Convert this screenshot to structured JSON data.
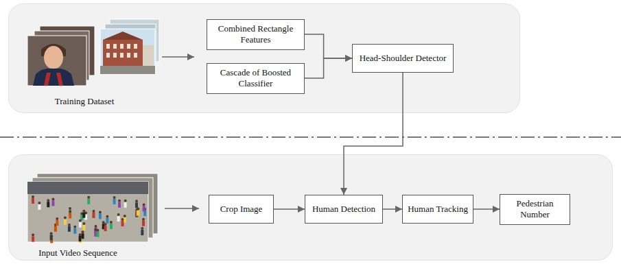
{
  "diagram": {
    "nodes": [
      {
        "text": [
          "Training Dataset"
        ]
      },
      {
        "text": [
          "Combined Rectangle Features"
        ],
        "in": 0
      },
      {
        "text": [
          "Cascade of Boosted Classifier"
        ],
        "in": 0
      },
      {
        "text": [
          "Head-Shoulder Detector"
        ],
        "in": 0
      },
      {
        "text": [
          "Input Video Sequence"
        ]
      },
      {
        "text": [
          "Crop Image"
        ],
        "in": 4
      },
      {
        "text": [
          "Human Detection"
        ],
        "in": 4
      },
      {
        "text": [
          "Human Tracking"
        ],
        "in": 4
      },
      {
        "text": [
          "Pedestrian Number"
        ],
        "in": 4
      }
    ],
    "edges": [
      {
        "from": 1,
        "to": 3,
        "arrow": "to"
      },
      {
        "from": 2,
        "to": 3,
        "arrow": "to"
      },
      {
        "from": 3,
        "to": 6,
        "arrow": "to"
      },
      {
        "from": 5,
        "to": 6,
        "arrow": "to"
      },
      {
        "from": 6,
        "to": 7,
        "arrow": "to"
      },
      {
        "from": 7,
        "to": 8,
        "arrow": "to"
      }
    ]
  }
}
